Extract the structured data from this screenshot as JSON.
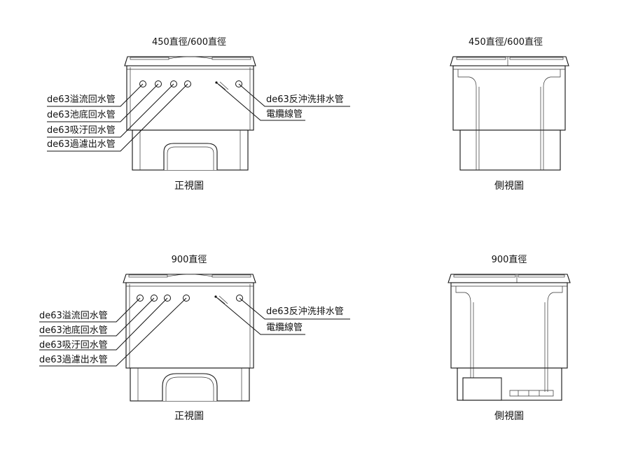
{
  "top_row": {
    "front_title": "450直徑/600直徑",
    "side_title": "450直徑/600直徑",
    "front_caption": "正視圖",
    "side_caption": "側視圖",
    "left_labels": [
      "de63溢流回水管",
      "de63池底回水管",
      "de63吸汙回水管",
      "de63過濾出水管"
    ],
    "right_labels": [
      "de63反沖洗排水管",
      "電纜線管"
    ]
  },
  "bottom_row": {
    "front_title": "900直徑",
    "side_title": "900直徑",
    "front_caption": "正視圖",
    "side_caption": "側視圖",
    "left_labels": [
      "de63溢流回水管",
      "de63池底回水管",
      "de63吸汙回水管",
      "de63過濾出水管"
    ],
    "right_labels": [
      "de63反沖洗排水管",
      "電纜線管"
    ]
  }
}
